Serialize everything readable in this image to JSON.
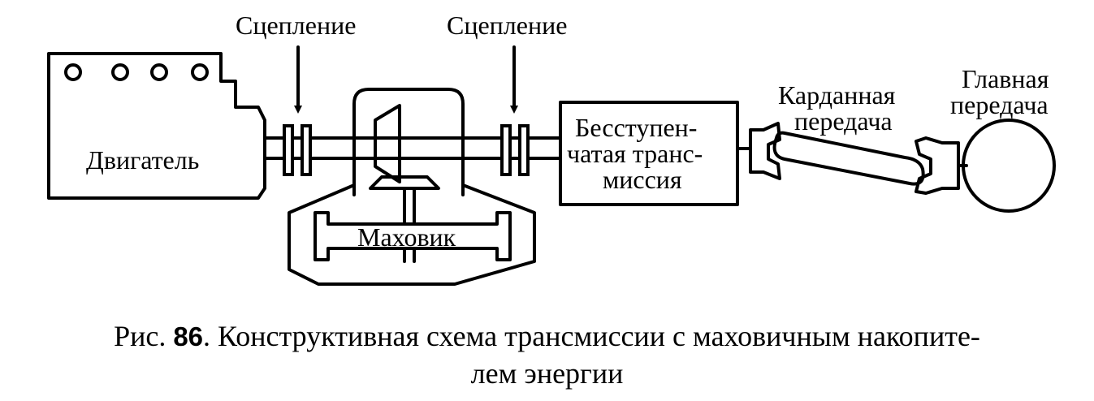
{
  "labels": {
    "clutch_left": "Сцепление",
    "clutch_right": "Сцепление",
    "engine": "Двигатель",
    "flywheel": "Маховик",
    "cvt_line1": "Бесступен-",
    "cvt_line2": "чатая транс-",
    "cvt_line3": "миссия",
    "cardan_line1": "Карданная",
    "cardan_line2": "передача",
    "final_line1": "Главная",
    "final_line2": "передача"
  },
  "caption": {
    "prefix": "Рис.",
    "number": "86",
    "text": ". Конструктивная схема трансмиссии с маховичным накопите-",
    "line2": "лем энергии"
  }
}
